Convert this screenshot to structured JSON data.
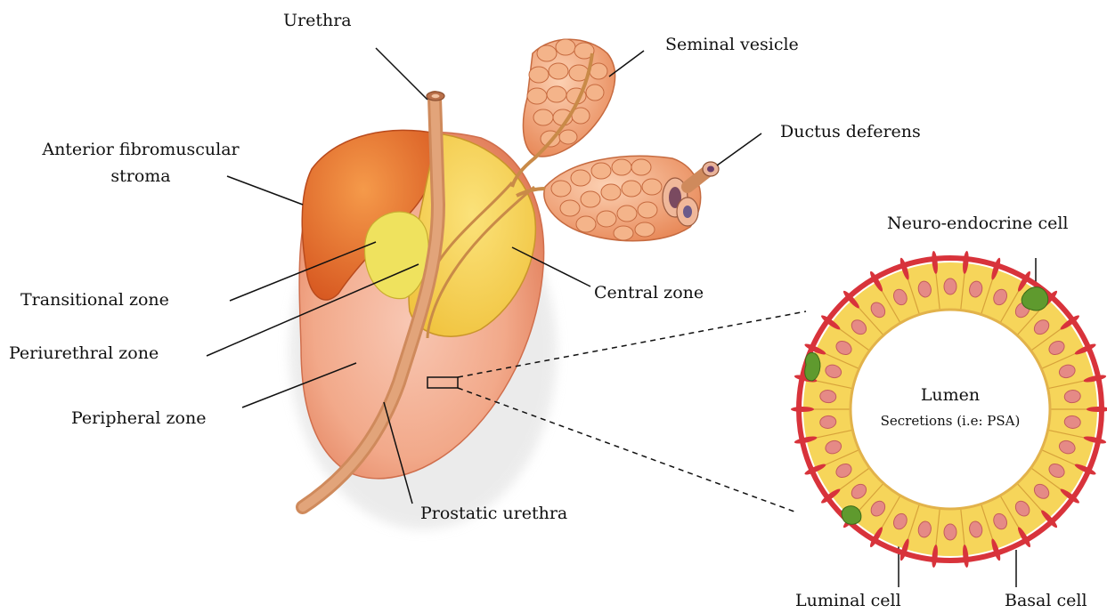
{
  "labels": {
    "urethra": "Urethra",
    "seminal_vesicle": "Seminal vesicle",
    "ductus_deferens": "Ductus deferens",
    "anterior_fibromuscular_line1": "Anterior fibromuscular",
    "anterior_fibromuscular_line2": "stroma",
    "transitional_zone": "Transitional zone",
    "central_zone": "Central zone",
    "periurethral_zone": "Periurethral zone",
    "peripheral_zone": "Peripheral zone",
    "prostatic_urethra": "Prostatic urethra",
    "neuro_endocrine_cell": "Neuro-endocrine cell",
    "lumen": "Lumen",
    "secretions": "Secretions (i.e: PSA)",
    "luminal_cell": "Luminal cell",
    "basal_cell": "Basal cell"
  },
  "colors": {
    "prostate_body": "#f2a98a",
    "prostate_shadow": "#e07a55",
    "anterior_stroma": "#e8742f",
    "central_zone": "#f7d35a",
    "transitional_zone": "#efe25e",
    "urethra_tube": "#d99466",
    "seminal_vesicle": "#f0a57a",
    "luminal_cell": "#f5cf4a",
    "nucleus": "#e58a86",
    "basal_cell": "#d8333b",
    "neuro_endocrine": "#5f9a2e"
  }
}
